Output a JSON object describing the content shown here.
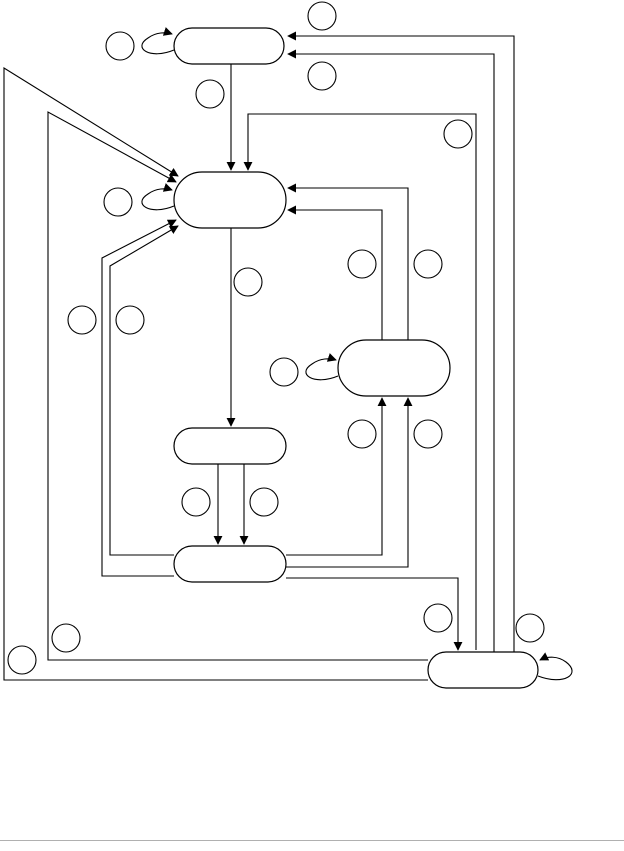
{
  "diagram": {
    "type": "state-machine",
    "stroke_color": "#000000",
    "background": "#ffffff",
    "states": [
      {
        "id": "s1",
        "label": ""
      },
      {
        "id": "s2",
        "label": ""
      },
      {
        "id": "s3",
        "label": ""
      },
      {
        "id": "s4",
        "label": ""
      },
      {
        "id": "s5",
        "label": ""
      },
      {
        "id": "s6",
        "label": ""
      }
    ],
    "transition_labels": [
      "",
      "",
      "",
      "",
      "",
      "",
      "",
      "",
      "",
      "",
      "",
      "",
      "",
      "",
      "",
      "",
      "",
      ""
    ]
  },
  "footer": {
    "rule_color": "#b0b0b0"
  }
}
